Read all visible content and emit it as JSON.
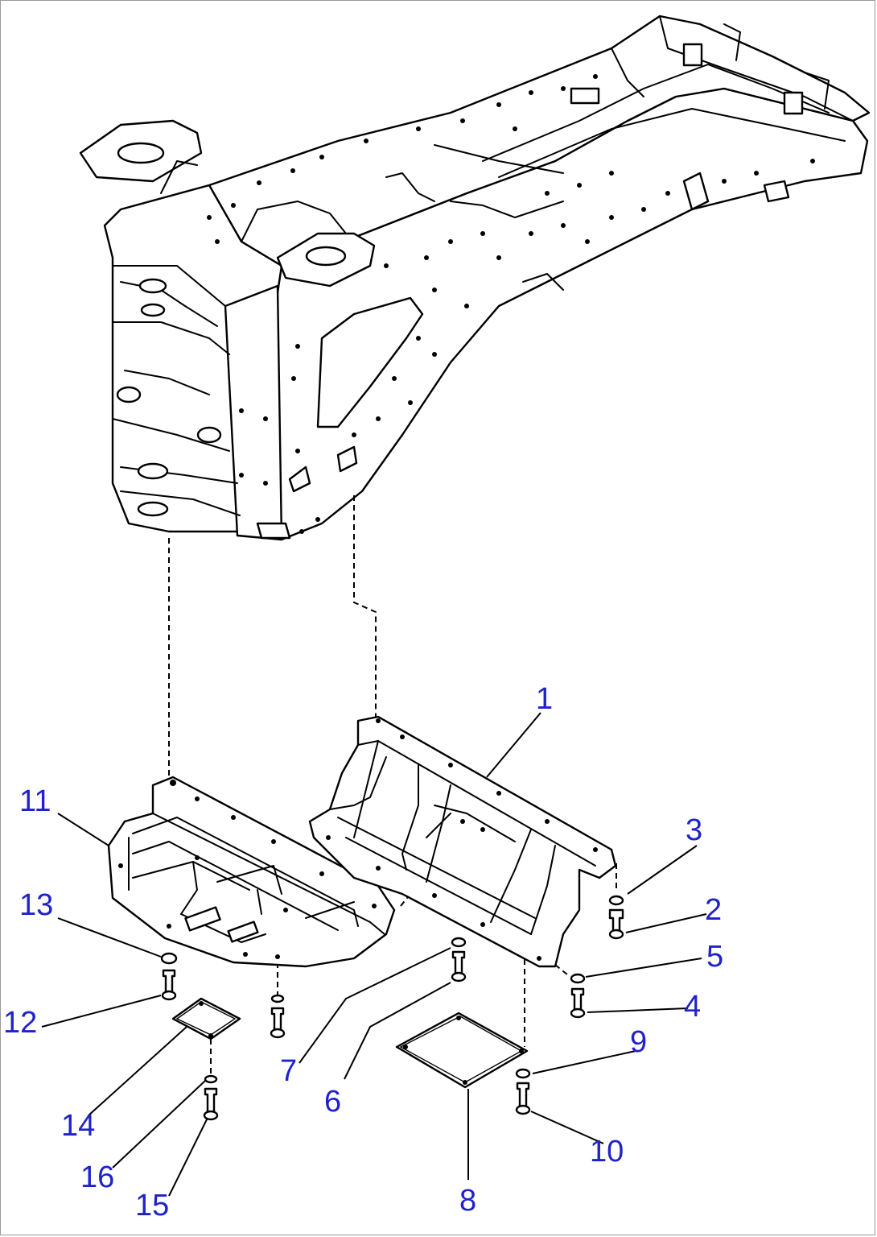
{
  "colors": {
    "callout": "#1f22c9",
    "line": "#000000",
    "background": "#ffffff"
  },
  "callouts": [
    {
      "id": "c1",
      "label": "1"
    },
    {
      "id": "c2",
      "label": "2"
    },
    {
      "id": "c3",
      "label": "3"
    },
    {
      "id": "c4",
      "label": "4"
    },
    {
      "id": "c5",
      "label": "5"
    },
    {
      "id": "c6",
      "label": "6"
    },
    {
      "id": "c7",
      "label": "7"
    },
    {
      "id": "c8",
      "label": "8"
    },
    {
      "id": "c9",
      "label": "9"
    },
    {
      "id": "c10",
      "label": "10"
    },
    {
      "id": "c11",
      "label": "11"
    },
    {
      "id": "c12",
      "label": "12"
    },
    {
      "id": "c13",
      "label": "13"
    },
    {
      "id": "c14",
      "label": "14"
    },
    {
      "id": "c15",
      "label": "15"
    },
    {
      "id": "c16",
      "label": "16"
    }
  ]
}
